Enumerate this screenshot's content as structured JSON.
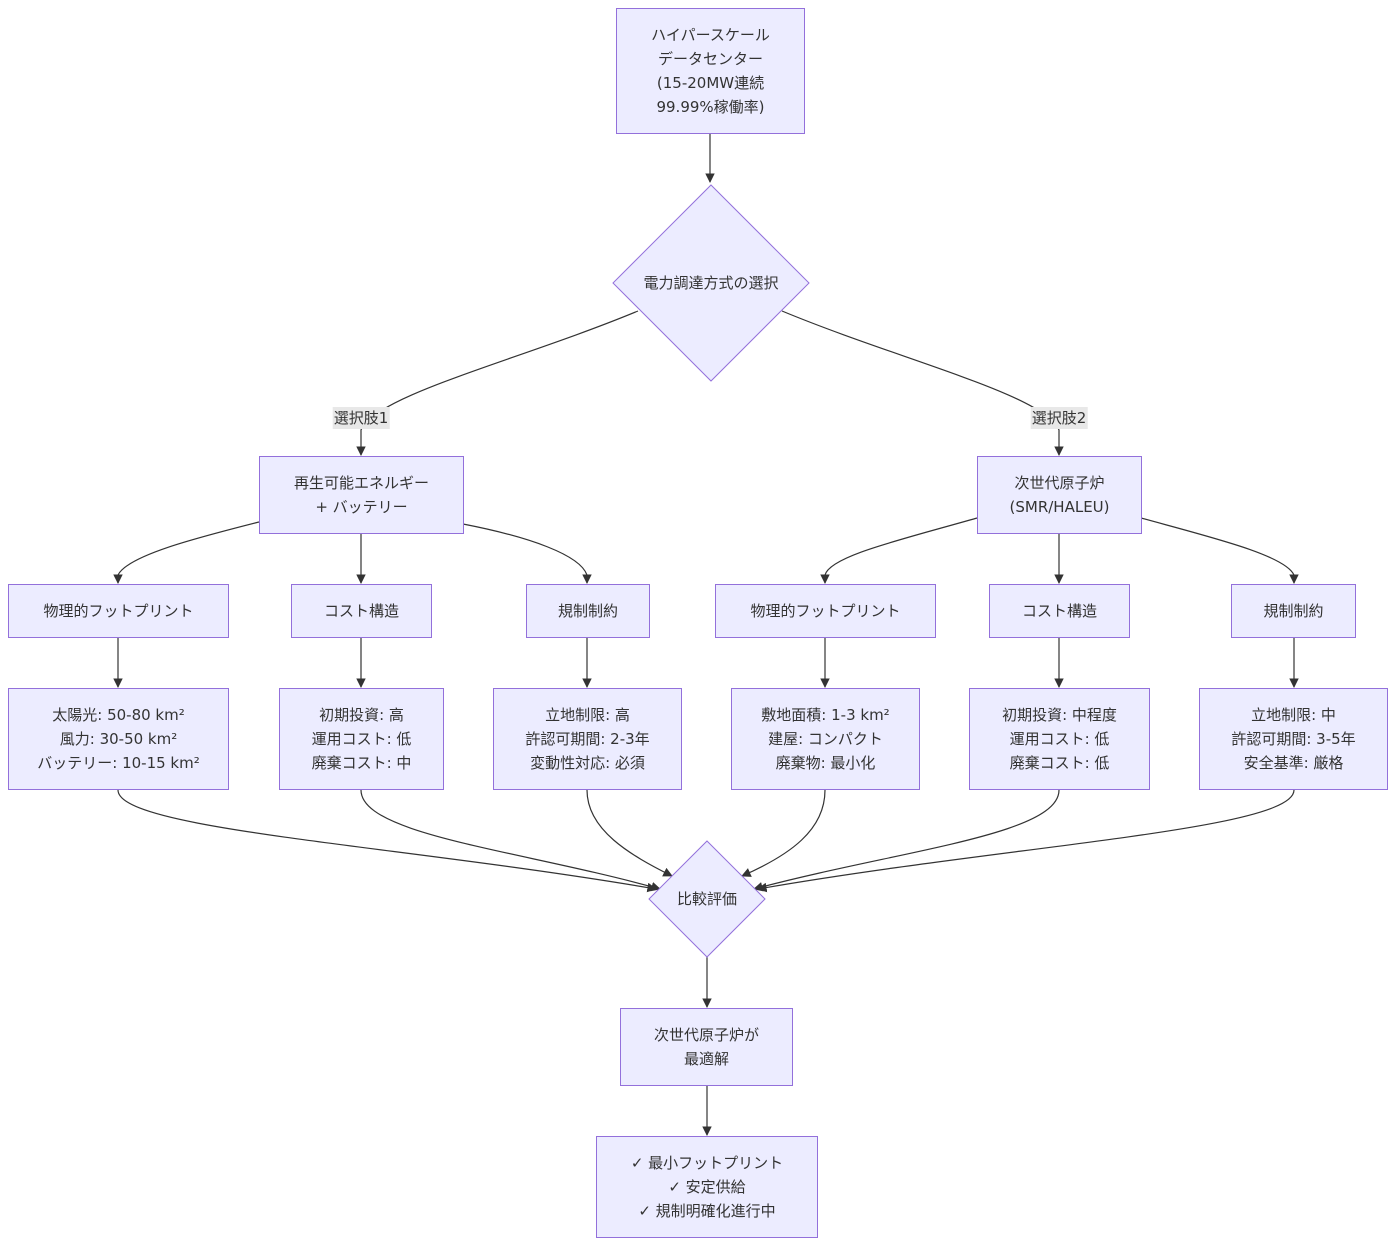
{
  "nodes": {
    "datacenter": [
      "ハイパースケール",
      "データセンター",
      "(15-20MW連続",
      "99.99%稼働率)"
    ],
    "decision": "電力調達方式の選択",
    "edge_option1": "選択肢1",
    "edge_option2": "選択肢2",
    "renewable": [
      "再生可能エネルギー",
      "+ バッテリー"
    ],
    "nuclear": [
      "次世代原子炉",
      "(SMR/HALEU)"
    ],
    "r_footprint": "物理的フットプリント",
    "r_cost": "コスト構造",
    "r_regulation": "規制制約",
    "n_footprint": "物理的フットプリント",
    "n_cost": "コスト構造",
    "n_regulation": "規制制約",
    "r_footprint_detail": [
      "太陽光: 50-80 km²",
      "風力: 30-50 km²",
      "バッテリー: 10-15 km²"
    ],
    "r_cost_detail": [
      "初期投資: 高",
      "運用コスト: 低",
      "廃棄コスト: 中"
    ],
    "r_regulation_detail": [
      "立地制限: 高",
      "許認可期間: 2-3年",
      "変動性対応: 必須"
    ],
    "n_footprint_detail": [
      "敷地面積: 1-3 km²",
      "建屋: コンパクト",
      "廃棄物: 最小化"
    ],
    "n_cost_detail": [
      "初期投資: 中程度",
      "運用コスト: 低",
      "廃棄コスト: 低"
    ],
    "n_regulation_detail": [
      "立地制限: 中",
      "許認可期間: 3-5年",
      "安全基準: 厳格"
    ],
    "compare": "比較評価",
    "optimal": [
      "次世代原子炉が",
      "最適解"
    ],
    "benefits": [
      "✓ 最小フットプリント",
      "✓ 安定供給",
      "✓ 規制明確化進行中"
    ]
  },
  "colors": {
    "node_fill": "#ececff",
    "node_border": "#9370db",
    "edge": "#333333",
    "label_bg": "#e8e8e8"
  }
}
